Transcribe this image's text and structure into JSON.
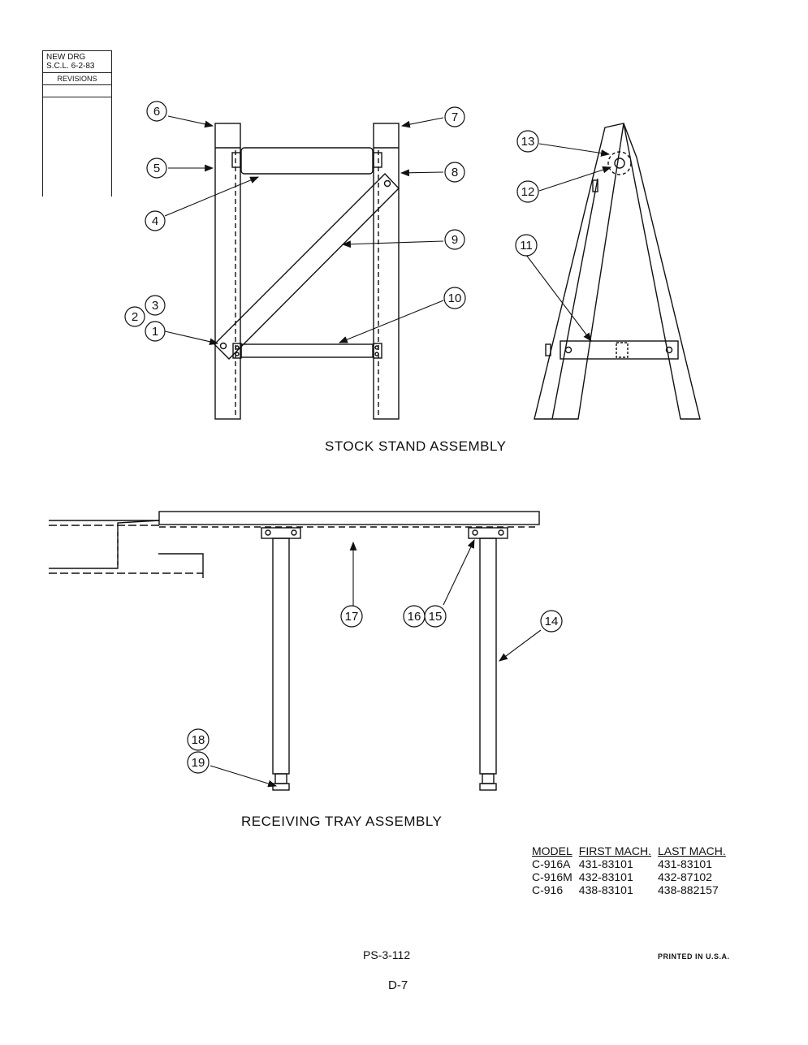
{
  "revision_block": {
    "line1": "NEW   DRG",
    "line2": "S.C.L.  6-2-83",
    "label": "REVISIONS"
  },
  "captions": {
    "stock_stand": "STOCK  STAND  ASSEMBLY",
    "receiving_tray": "RECEIVING  TRAY  ASSEMBLY"
  },
  "callouts": [
    "1",
    "2",
    "3",
    "4",
    "5",
    "6",
    "7",
    "8",
    "9",
    "10",
    "11",
    "12",
    "13",
    "14",
    "15",
    "16",
    "17",
    "18",
    "19"
  ],
  "model_table": {
    "headers": [
      "MODEL",
      "FIRST MACH.",
      "LAST MACH."
    ],
    "rows": [
      [
        "C-916A",
        "431-83101",
        "431-83101"
      ],
      [
        "C-916M",
        "432-83101",
        "432-87102"
      ],
      [
        "C-916",
        "438-83101",
        "438-882157"
      ]
    ]
  },
  "footer": {
    "part_number": "PS-3-112",
    "page": "D-7",
    "printed": "PRINTED  IN  U.S.A."
  }
}
